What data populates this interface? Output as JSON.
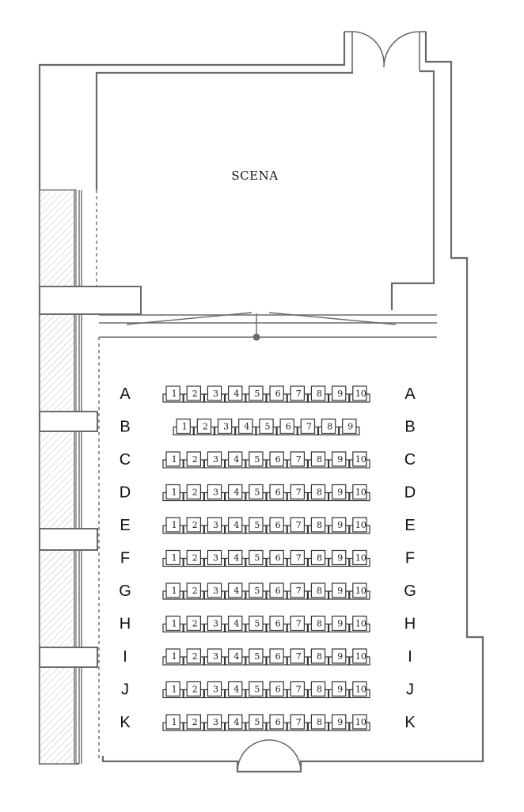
{
  "stage": {
    "label": "SCENA"
  },
  "rows": [
    {
      "label": "A",
      "seats": [
        "1",
        "2",
        "3",
        "4",
        "5",
        "6",
        "7",
        "8",
        "9",
        "10"
      ]
    },
    {
      "label": "B",
      "seats": [
        "1",
        "2",
        "3",
        "4",
        "5",
        "6",
        "7",
        "8",
        "9"
      ]
    },
    {
      "label": "C",
      "seats": [
        "1",
        "2",
        "3",
        "4",
        "5",
        "6",
        "7",
        "8",
        "9",
        "10"
      ]
    },
    {
      "label": "D",
      "seats": [
        "1",
        "2",
        "3",
        "4",
        "5",
        "6",
        "7",
        "8",
        "9",
        "10"
      ]
    },
    {
      "label": "E",
      "seats": [
        "1",
        "2",
        "3",
        "4",
        "5",
        "6",
        "7",
        "8",
        "9",
        "10"
      ]
    },
    {
      "label": "F",
      "seats": [
        "1",
        "2",
        "3",
        "4",
        "5",
        "6",
        "7",
        "8",
        "9",
        "10"
      ]
    },
    {
      "label": "G",
      "seats": [
        "1",
        "2",
        "3",
        "4",
        "5",
        "6",
        "7",
        "8",
        "9",
        "10"
      ]
    },
    {
      "label": "H",
      "seats": [
        "1",
        "2",
        "3",
        "4",
        "5",
        "6",
        "7",
        "8",
        "9",
        "10"
      ]
    },
    {
      "label": "I",
      "seats": [
        "1",
        "2",
        "3",
        "4",
        "5",
        "6",
        "7",
        "8",
        "9",
        "10"
      ]
    },
    {
      "label": "J",
      "seats": [
        "1",
        "2",
        "3",
        "4",
        "5",
        "6",
        "7",
        "8",
        "9",
        "10"
      ]
    },
    {
      "label": "K",
      "seats": [
        "1",
        "2",
        "3",
        "4",
        "5",
        "6",
        "7",
        "8",
        "9",
        "10"
      ]
    }
  ],
  "colors": {
    "wall": "#6a6a6a",
    "seat_outline": "#333333",
    "text": "#111111"
  }
}
